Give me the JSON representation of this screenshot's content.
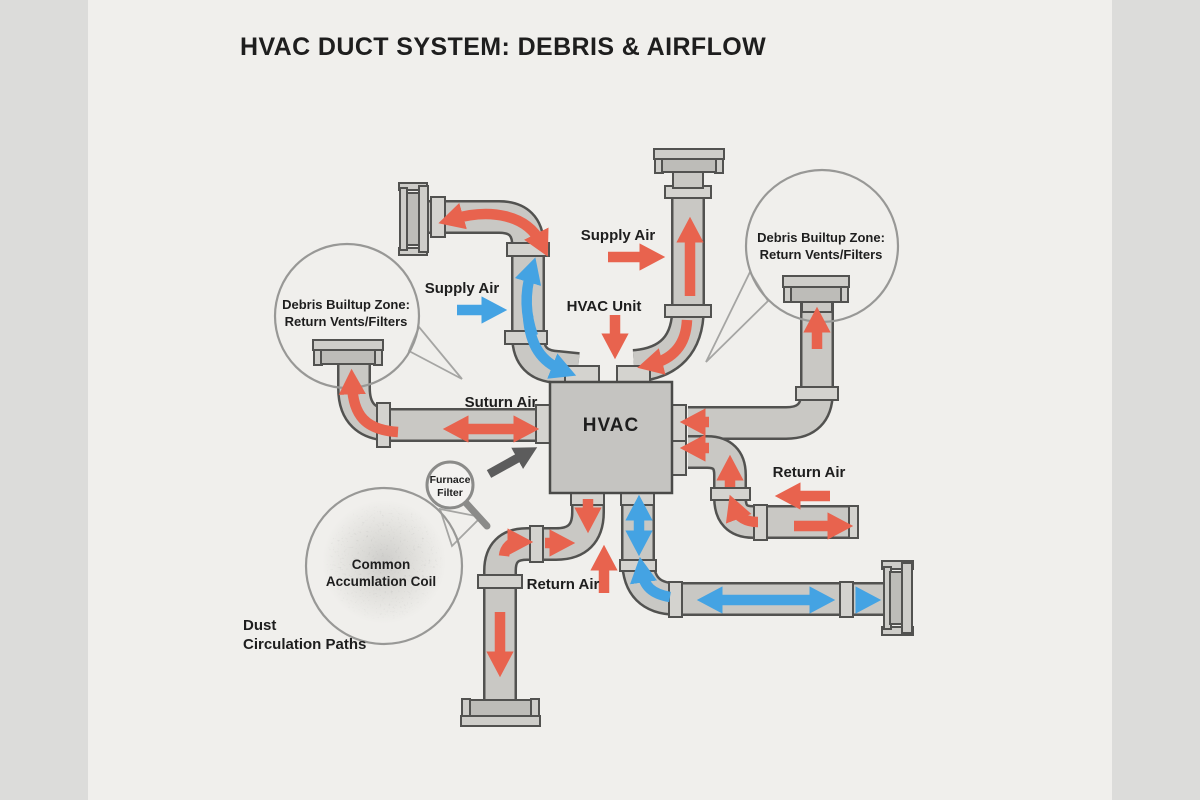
{
  "title": "HVAC DUCT SYSTEM: DEBRIS & AIRFLOW",
  "hvac": {
    "box": "HVAC",
    "unit_label": "HVAC Unit"
  },
  "flow_labels": {
    "supply_left": "Supply Air",
    "supply_top": "Supply Air",
    "suturn": "Suturn Air",
    "return_right": "Return Air",
    "return_bottom": "Return Air"
  },
  "callouts": {
    "debris_left": {
      "line1": "Debris Builtup Zone:",
      "line2": "Return Vents/Filters"
    },
    "debris_right": {
      "line1": "Debris Builtup Zone:",
      "line2": "Return Vents/Filters"
    },
    "coil": {
      "line1": "Common",
      "line2": "Accumlation Coil"
    },
    "filter": {
      "line1": "Furnace",
      "line2": "Filter"
    },
    "dust": {
      "line1": "Dust",
      "line2": "Circulation Paths"
    }
  },
  "colors": {
    "supply_air": "#44a3e3",
    "return_air": "#e8634e",
    "gray_arrow": "#5c5c5c",
    "duct_fill": "#c9c8c4",
    "duct_outline": "#525250",
    "fitting_fill": "#d4d3cf",
    "vent_fill": "#bdbcb8",
    "plate_fill": "#cecdc9",
    "background": "#f0efec",
    "side_band": "#dcdcda",
    "callout_stroke": "#989896",
    "text": "#1e1e1e"
  }
}
